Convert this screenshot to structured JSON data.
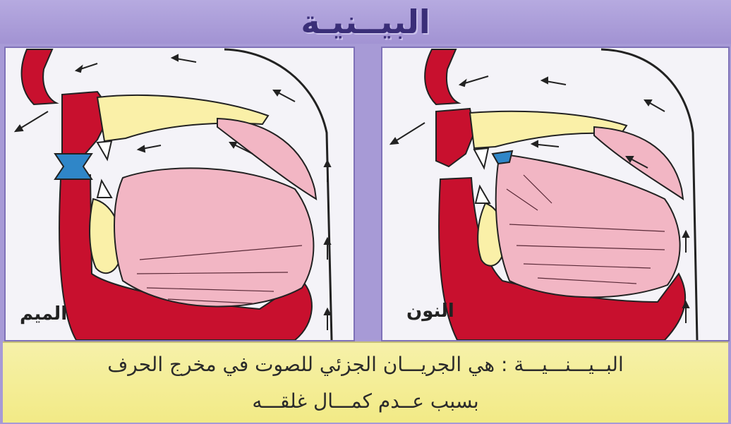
{
  "title": "البيــنيـة",
  "panels": [
    {
      "label": "الميم"
    },
    {
      "label": "النون"
    }
  ],
  "caption": {
    "line1": "البــيـــنـــيـــة : هي الجريـــان الجزئي للصوت في مخرج الحرف",
    "line2": "بسبب عــدم كمـــال غلقـــه"
  },
  "colors": {
    "banner": "#a79ad6",
    "lips_jaw": "#c8102e",
    "teeth_palate": "#faf0a8",
    "tongue": "#f2b6c4",
    "closure": "#2f86c8",
    "caption_bg": "#f4ee9a"
  }
}
